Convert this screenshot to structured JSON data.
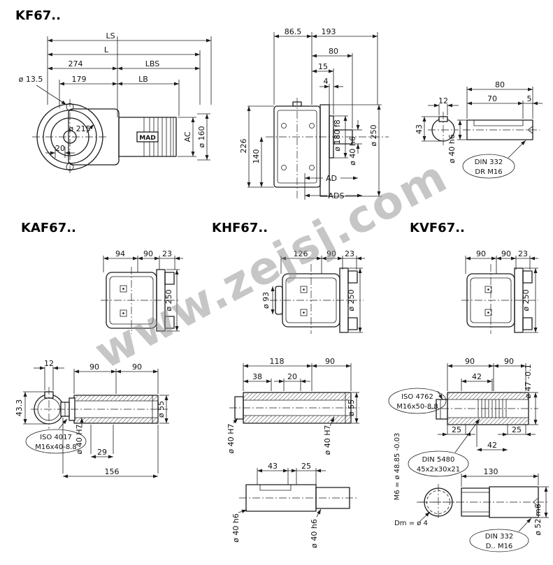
{
  "watermark": "www.zejsj.com",
  "kf67": {
    "title": "KF67..",
    "side_view": {
      "ls": "LS",
      "l": "L",
      "d274": "274",
      "lbs": "LBS",
      "d13_5": "ø 13.5",
      "d179": "179",
      "lb": "LB",
      "d215": "ø 215",
      "d20": "20",
      "motor_label": "MAD",
      "ac": "AC",
      "d160": "ø 160"
    },
    "front_view": {
      "d86_5": "86.5",
      "d193": "193",
      "d80": "80",
      "d15": "15",
      "d4": "4",
      "d226": "226",
      "d140": "140",
      "d180": "ø 180 f8",
      "d40": "ø 40 h6",
      "d250": "ø 250",
      "ad": "AD",
      "ads": "ADS"
    },
    "shaft_view": {
      "d12": "12",
      "d43": "43",
      "d80": "80",
      "d70": "70",
      "d5": "5",
      "d40": "ø 40 h6",
      "callout_line1": "DIN 332",
      "callout_line2": "DR M16"
    }
  },
  "kaf67": {
    "title": "KAF67..",
    "top_view": {
      "d94": "94",
      "d90": "90",
      "d23": "23",
      "d250": "ø 250"
    },
    "shaft_view": {
      "d12": "12",
      "d43_3": "43.3",
      "d90a": "90",
      "d90b": "90",
      "d55": "ø 55",
      "d40": "ø 40 H7",
      "callout_line1": "ISO 4017",
      "callout_line2": "M16x40-8.8",
      "d29": "29",
      "d156": "156"
    }
  },
  "khf67": {
    "title": "KHF67..",
    "top_view": {
      "d126": "126",
      "d90": "90",
      "d23": "23",
      "d93": "ø 93",
      "d250": "ø 250"
    },
    "shaft_view": {
      "d118": "118",
      "d90": "90",
      "d38": "38",
      "d20": "20",
      "d55": "ø 55",
      "d40_left": "ø 40 H7",
      "d40_right": "ø 40 H7",
      "d43": "43",
      "d25": "25",
      "d40_stub_left": "ø 40 h6",
      "d40_stub_right": "ø 40 h6"
    }
  },
  "kvf67": {
    "title": "KVF67..",
    "top_view": {
      "d90a": "90",
      "d90b": "90",
      "d23": "23",
      "d250": "ø 250"
    },
    "shaft_view": {
      "d90a": "90",
      "d90b": "90",
      "d42a": "42",
      "d47": "ø 47 -0.1",
      "callout1_line1": "ISO 4762",
      "callout1_line2": "M16x50-8.8",
      "d25a": "25",
      "d25b": "25",
      "d42b": "42",
      "callout2_line1": "DIN 5480",
      "callout2_line2": "45x2x30x21",
      "m6": "M6 = ø 48.85 -0.03",
      "d130": "130",
      "dm": "Dm = ø 4",
      "callout3_line1": "DIN 332",
      "callout3_line2": "D.. M16",
      "d52": "ø 52 m6"
    }
  }
}
